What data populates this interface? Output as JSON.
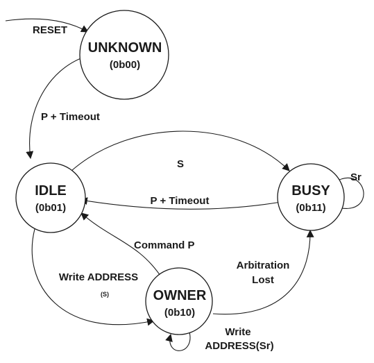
{
  "states": {
    "unknown": {
      "name": "UNKNOWN",
      "code": "(0b00)"
    },
    "idle": {
      "name": "IDLE",
      "code": "(0b01)"
    },
    "busy": {
      "name": "BUSY",
      "code": "(0b11)"
    },
    "owner": {
      "name": "OWNER",
      "code": "(0b10)"
    }
  },
  "transitions": {
    "reset": "RESET",
    "unknown_to_idle": "P + Timeout",
    "idle_to_busy": "S",
    "busy_to_idle": "P + Timeout",
    "busy_self": "Sr",
    "owner_to_idle": "Command P",
    "idle_to_owner": {
      "line1": "Write ADDRESS",
      "line2": "(S)"
    },
    "owner_to_busy": {
      "line1": "Arbitration",
      "line2": "Lost"
    },
    "owner_self": {
      "line1": "Write",
      "line2": "ADDRESS(Sr)"
    }
  }
}
